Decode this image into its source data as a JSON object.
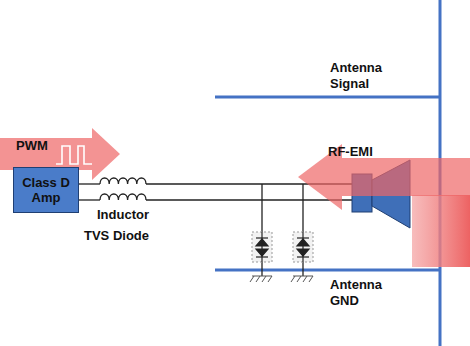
{
  "diagram": {
    "nodes": [
      {
        "text": [
          "PWM"
        ]
      },
      {
        "text": [
          "Class D Amp"
        ]
      },
      {
        "text": [
          "RF-EMI"
        ]
      }
    ],
    "labels": [
      "Inductor",
      "TVS Diode",
      "Antenna Signal",
      "Antenna GND"
    ]
  }
}
